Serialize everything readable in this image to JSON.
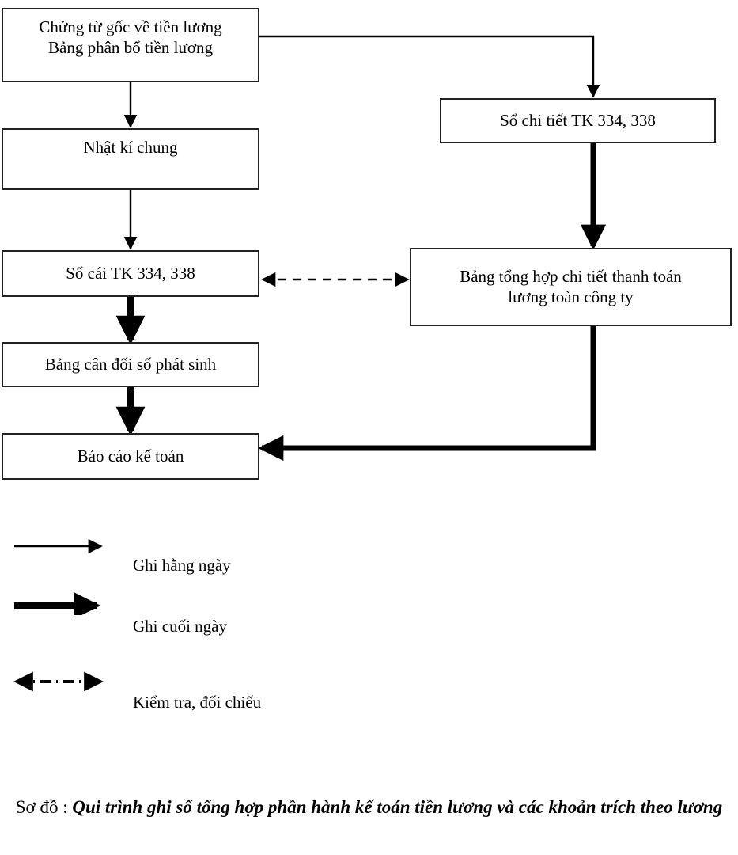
{
  "diagram": {
    "type": "flowchart",
    "title_prefix": "Sơ đồ : ",
    "title_main": "Qui trình ghi sổ tổng hợp phần hành kế toán tiền lương và các khoản trích theo lương",
    "line_color": "#000000",
    "box_border_color": "#222222",
    "box_fill": "#ffffff",
    "nodes": [
      {
        "id": "source",
        "label_line1": "Chứng từ gốc về tiền lương",
        "label_line2": "Bảng phân bổ tiền lương"
      },
      {
        "id": "journal",
        "label": "Nhật kí chung"
      },
      {
        "id": "ledger",
        "label": "Sổ cái TK 334, 338"
      },
      {
        "id": "balance",
        "label": "Bảng cân đối số phát sinh"
      },
      {
        "id": "report",
        "label": "Báo cáo kế toán"
      },
      {
        "id": "detail",
        "label": "Sổ chi tiết TK 334, 338"
      },
      {
        "id": "summary",
        "label_line1": "Bảng tổng hợp chi tiết thanh toán",
        "label_line2": "lương toàn công ty"
      }
    ],
    "edges": [
      {
        "from": "source",
        "to": "journal",
        "style": "thin"
      },
      {
        "from": "source",
        "to": "detail",
        "style": "thin"
      },
      {
        "from": "journal",
        "to": "ledger",
        "style": "thin"
      },
      {
        "from": "ledger",
        "to": "balance",
        "style": "thick"
      },
      {
        "from": "balance",
        "to": "report",
        "style": "thick"
      },
      {
        "from": "detail",
        "to": "summary",
        "style": "thick"
      },
      {
        "from": "summary",
        "to": "report",
        "style": "thick"
      },
      {
        "from": "ledger",
        "to": "summary",
        "style": "dashed",
        "bidirectional": true
      }
    ]
  },
  "legend": {
    "items": [
      {
        "icon": "thin-arrow-icon",
        "label": "Ghi hằng ngày"
      },
      {
        "icon": "thick-arrow-icon",
        "label": "Ghi cuối ngày"
      },
      {
        "icon": "dash-dot-double-arrow-icon",
        "label": "Kiểm tra, đối chiếu"
      }
    ]
  }
}
